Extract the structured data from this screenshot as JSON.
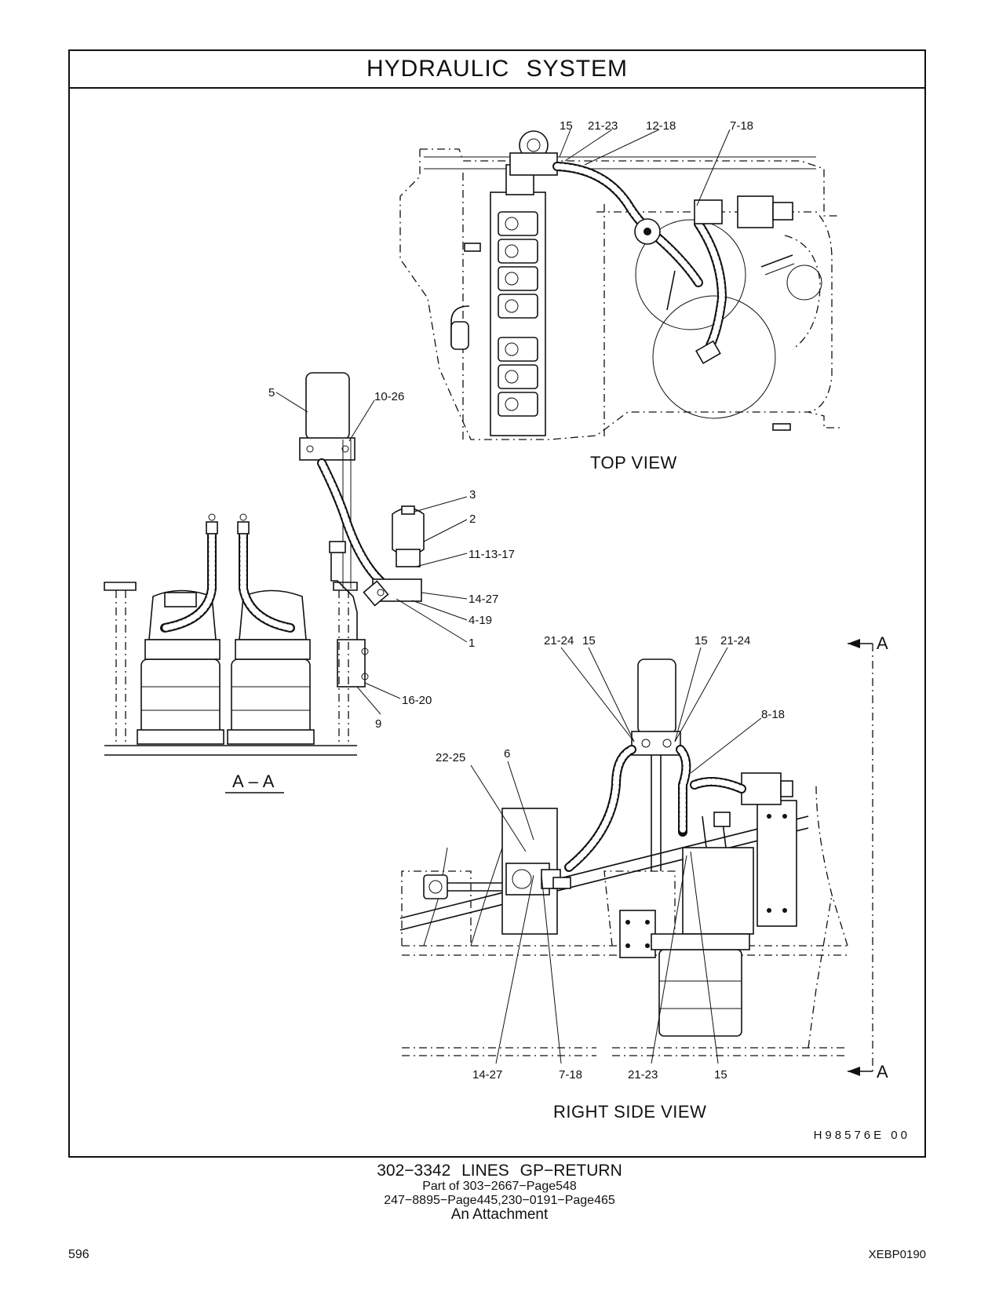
{
  "header": {
    "title": "HYDRAULIC   SYSTEM"
  },
  "views": {
    "top": "TOP  VIEW",
    "right_side": "RIGHT  SIDE  VIEW",
    "section": "A – A",
    "section_marker_top": "A",
    "section_marker_bottom": "A"
  },
  "callouts": {
    "top_15": "15",
    "top_21_23": "21-23",
    "top_12_18": "12-18",
    "top_7_18": "7-18",
    "c5": "5",
    "c10_26": "10-26",
    "c3": "3",
    "c2": "2",
    "c11_13_17": "11-13-17",
    "c14_27": "14-27",
    "c4_19": "4-19",
    "c1": "1",
    "c16_20": "16-20",
    "c9": "9",
    "rs_21_24_left": "21-24",
    "rs_15_left": "15",
    "rs_15_right": "15",
    "rs_21_24_right": "21-24",
    "rs_8_18": "8-18",
    "rs_22_25": "22-25",
    "rs_6": "6",
    "rs_14_27": "14-27",
    "rs_7_18": "7-18",
    "rs_21_23": "21-23",
    "rs_15_bottom": "15"
  },
  "drawing_id": "H98576E    00",
  "caption": {
    "main": "302−3342  LINES  GP−RETURN",
    "part_of": "Part of 303−2667−Page548",
    "pages": "247−8895−Page445,230−0191−Page465",
    "attachment": "An Attachment"
  },
  "footer": {
    "page_number": "596",
    "doc_code": "XEBP0190"
  }
}
